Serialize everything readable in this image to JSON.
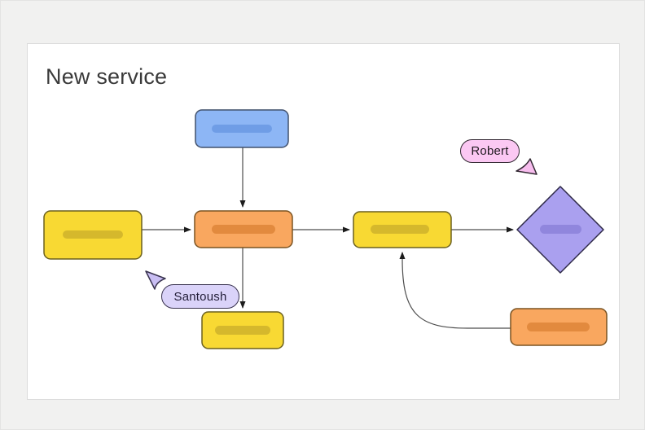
{
  "canvas": {
    "title": "New service",
    "title_color": "#3a3a3a",
    "background": "#ffffff",
    "frame_background": "#f1f1f0"
  },
  "nodes": {
    "blue": {
      "fill": "#8db6f5",
      "bar": "#6f9de6",
      "border": "#41506b"
    },
    "yellow": {
      "fill": "#f8d933",
      "bar": "#d5b82c",
      "border": "#6b601f"
    },
    "orange": {
      "fill": "#f9a75f",
      "bar": "#e28a3e",
      "border": "#7a5322"
    },
    "purple": {
      "fill": "#aaa0ef",
      "bar": "#9086dd",
      "border": "#2e2947"
    }
  },
  "connectors": {
    "color": "#4d4d4d",
    "arrowhead_color": "#1c1c1c"
  },
  "collaborators": {
    "robert": {
      "label": "Robert",
      "pill_fill": "#fbc8f3",
      "pill_border": "#322832",
      "text_color": "#201a20",
      "cursor_fill": "#f7bdee",
      "cursor_border": "#322832"
    },
    "santoush": {
      "label": "Santoush",
      "pill_fill": "#dad3f9",
      "pill_border": "#39334f",
      "text_color": "#221d38",
      "cursor_fill": "#c9bef3",
      "cursor_border": "#39334f"
    }
  },
  "diagram": {
    "nodes": [
      {
        "id": "top-blue",
        "shape": "rectangle",
        "color": "blue"
      },
      {
        "id": "left-yellow",
        "shape": "rectangle",
        "color": "yellow"
      },
      {
        "id": "center-orange",
        "shape": "rectangle",
        "color": "orange"
      },
      {
        "id": "mid-yellow",
        "shape": "rectangle",
        "color": "yellow"
      },
      {
        "id": "decision-diamond",
        "shape": "diamond",
        "color": "purple"
      },
      {
        "id": "bottom-yellow",
        "shape": "rectangle",
        "color": "yellow"
      },
      {
        "id": "bottom-right-orange",
        "shape": "rectangle",
        "color": "orange"
      }
    ],
    "edges": [
      {
        "from": "top-blue",
        "to": "center-orange",
        "style": "straight"
      },
      {
        "from": "left-yellow",
        "to": "center-orange",
        "style": "straight"
      },
      {
        "from": "center-orange",
        "to": "mid-yellow",
        "style": "straight"
      },
      {
        "from": "center-orange",
        "to": "bottom-yellow",
        "style": "straight"
      },
      {
        "from": "mid-yellow",
        "to": "decision-diamond",
        "style": "straight"
      },
      {
        "from": "bottom-right-orange",
        "to": "mid-yellow",
        "style": "curved"
      }
    ]
  }
}
